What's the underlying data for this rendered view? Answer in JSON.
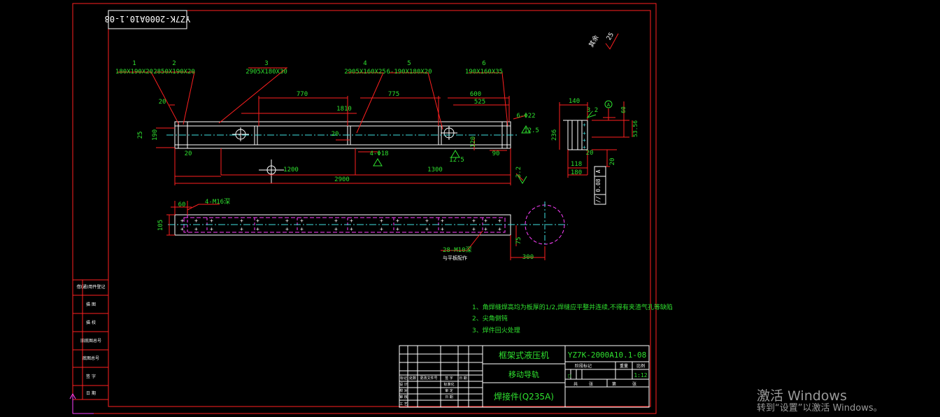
{
  "drawing": {
    "code_box": "YZ7K-2000A10.1-08",
    "roughness_note": "其余",
    "roughness_value": "25",
    "main_view": {
      "callouts": [
        {
          "num": "1",
          "size": "180X190X20"
        },
        {
          "num": "2",
          "size": "2850X190X20"
        },
        {
          "num": "3",
          "size": "2905X180X30"
        },
        {
          "num": "4",
          "size": "2905X160X25"
        },
        {
          "num": "5",
          "size": "6-190X180X20"
        },
        {
          "num": "6",
          "size": "190X160X35"
        }
      ],
      "dims": {
        "d770": "770",
        "d775": "775",
        "d600": "600",
        "d525": "525",
        "d1810": "1810",
        "d20a": "20",
        "d20b": "20",
        "d20c": "20",
        "d25": "25",
        "d190": "190",
        "d120": "120",
        "d90": "90",
        "d1200": "1200",
        "d1300": "1300",
        "d2900": "2900",
        "hole_a": "4-Φ18",
        "hole_b": "6-Φ22",
        "r125a": "12.5",
        "r125b": "12.5",
        "r32": "3.2"
      }
    },
    "bottom_view": {
      "d60": "60",
      "thread_a": "4-M16深",
      "d105": "105",
      "thread_b": "28-M10深",
      "thread_b_note": "与平板配作",
      "d75": "75",
      "d300": "300"
    },
    "side_view": {
      "d140": "140",
      "d32": "3.2",
      "datum": "A",
      "d60": "60",
      "d5356": "53.56",
      "d236": "236",
      "d20a": "20",
      "d118": "118",
      "d180": "180",
      "d20b": "20",
      "tol_sym": "//",
      "tol_val": "0.08",
      "tol_datum": "A"
    },
    "notes": [
      "1、角焊缝焊高均为板厚的1/2,焊缝应平整并连续,不得有夹渣气孔等缺陷",
      "2、尖角倒钝",
      "3、焊件回火处理"
    ],
    "side_labels": [
      "借(通)用件登记",
      "描 图",
      "描 校",
      "旧底图总号",
      "底图总号",
      "签 字",
      "日 期"
    ],
    "title_block": {
      "product": "框架式液压机",
      "part": "移动导轨",
      "material": "焊接件(Q235A)",
      "code": "YZ7K-2000A10.1-08",
      "stage_mark": "阶段标记",
      "weight": "重量",
      "scale_label": "比例",
      "scale": "1:12",
      "sheet_total": "共",
      "sheet_word": "张",
      "sheet_no": "第",
      "sheet_word2": "张",
      "rev_headers": [
        "标记",
        "处数",
        "更改文件号",
        "签 字",
        "日 期"
      ],
      "rows": [
        "设 计",
        "校 对",
        "审 核",
        "工 艺"
      ],
      "right_rows": [
        "标准化",
        "审 定",
        "日 期"
      ]
    }
  },
  "watermark": {
    "line1": "激活 Windows",
    "line2": "转到“设置”以激活 Windows。"
  },
  "colors": {
    "background": "#000000",
    "frame": "#ff2020",
    "outline": "#ffffff",
    "dimension": "#2fe02f",
    "centerline": "#40e0e0",
    "magenta": "#ff40ff"
  }
}
